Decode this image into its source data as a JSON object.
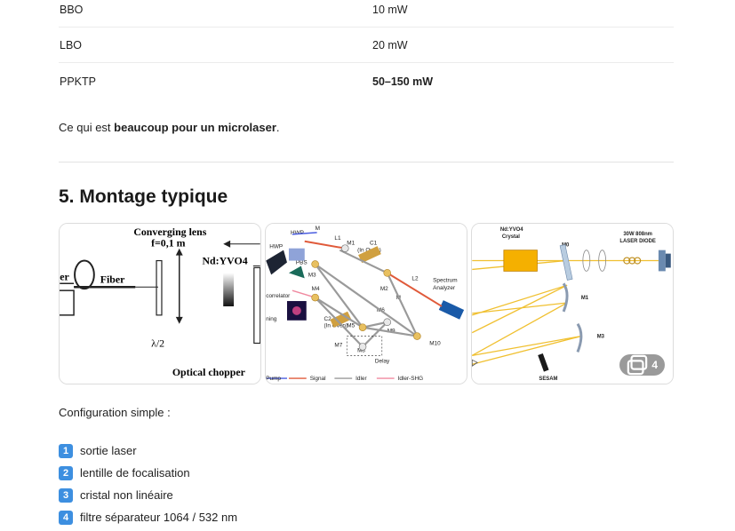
{
  "table": {
    "rows": [
      {
        "crystal": "BBO",
        "power": "10 mW",
        "bold": false
      },
      {
        "crystal": "LBO",
        "power": "20 mW",
        "bold": false
      },
      {
        "crystal": "PPKTP",
        "power": "50–150 mW",
        "bold": true
      }
    ]
  },
  "note": {
    "prefix": "Ce qui est ",
    "bold": "beaucoup pour un microlaser",
    "suffix": "."
  },
  "section": {
    "title": "5. Montage typique"
  },
  "gallery": {
    "more_count": "4",
    "image1": {
      "laser": "er",
      "fiber": "Fiber",
      "lens": "Converging lens",
      "focal": "f=0,1 m",
      "crystal": "Nd:YVO4",
      "half_wave": "λ/2",
      "chopper": "Optical chopper"
    },
    "image2": {
      "hwp_top": "HWP",
      "m_top": "M",
      "hwp_left": "HWP",
      "pbs": "PBS",
      "l1": "L1",
      "m1": "M1",
      "c1": "C1",
      "c1_oven": "(In Oven)",
      "m3": "M3",
      "m4": "M4",
      "m2": "M2",
      "m_mid": "M",
      "l2": "L2",
      "spectrum": "Spectrum",
      "analyzer": "Analyzer",
      "correlator": "correlator",
      "c2": "C2",
      "c2_oven": "(In Oven)",
      "m5": "M5",
      "m6": "M6",
      "m7": "M7",
      "m8": "M8",
      "m9": "M9",
      "m10": "M10",
      "delay": "Delay",
      "ning": "ning",
      "legend": [
        "Pump",
        "Signal",
        "Idler",
        "Idler-SHG"
      ]
    },
    "image3": {
      "crystal": "Nd:YVO4",
      "crystal2": "Crystal",
      "m0": "M0",
      "diode1": "30W 808nm",
      "diode2": "LASER DIODE",
      "m1": "M1",
      "m3": "M3",
      "sesam": "SESAM"
    }
  },
  "config": {
    "label": "Configuration simple :"
  },
  "steps": [
    {
      "num": "1",
      "text": "sortie laser"
    },
    {
      "num": "2",
      "text": "lentille de focalisation"
    },
    {
      "num": "3",
      "text": "cristal non linéaire"
    },
    {
      "num": "4",
      "text": "filtre séparateur 1064 / 532 nm"
    }
  ],
  "colors": {
    "keycap": "#3d8fe0",
    "pump": "#4a5de0",
    "signal": "#e05a3a",
    "idler": "#9a9a9a",
    "idler_shg": "#f08aa0",
    "beam": "#f0c030"
  }
}
